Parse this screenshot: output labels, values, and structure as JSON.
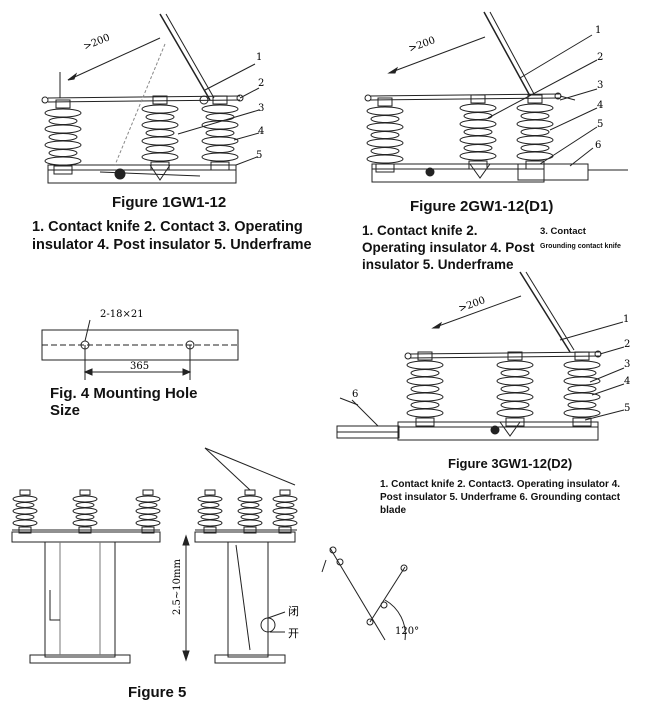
{
  "fig1": {
    "caption": "Figure 1GW1-12",
    "legend": "1. Contact knife 2. Contact 3. Operating insulator 4. Post insulator 5. Underframe",
    "dim": ">200",
    "labels": [
      "1",
      "2",
      "3",
      "4",
      "5"
    ]
  },
  "fig2": {
    "caption": "Figure 2GW1-12(D1)",
    "legend": "1. Contact knife 2. Operating insulator 4. Post insulator 5. Underframe",
    "legend_extra_1": "3. Contact",
    "legend_extra_2": "Grounding contact knife",
    "dim": ">200",
    "labels": [
      "1",
      "2",
      "3",
      "4",
      "5",
      "6"
    ]
  },
  "fig3": {
    "caption": "Figure 3GW1-12(D2)",
    "legend": "1. Contact knife 2. Contact3. Operating insulator 4. Post insulator 5. Underframe 6. Grounding contact blade",
    "dim": ">200",
    "labels": [
      "1",
      "2",
      "3",
      "4",
      "5",
      "6"
    ]
  },
  "fig4": {
    "caption": "Fig. 4 Mounting Hole Size",
    "hole_label": "2-18×21",
    "spacing": "365"
  },
  "fig5": {
    "caption": "Figure 5",
    "height_dim": "2.5~10mm",
    "close_char": "闭",
    "open_char": "开",
    "angle": "120°"
  }
}
